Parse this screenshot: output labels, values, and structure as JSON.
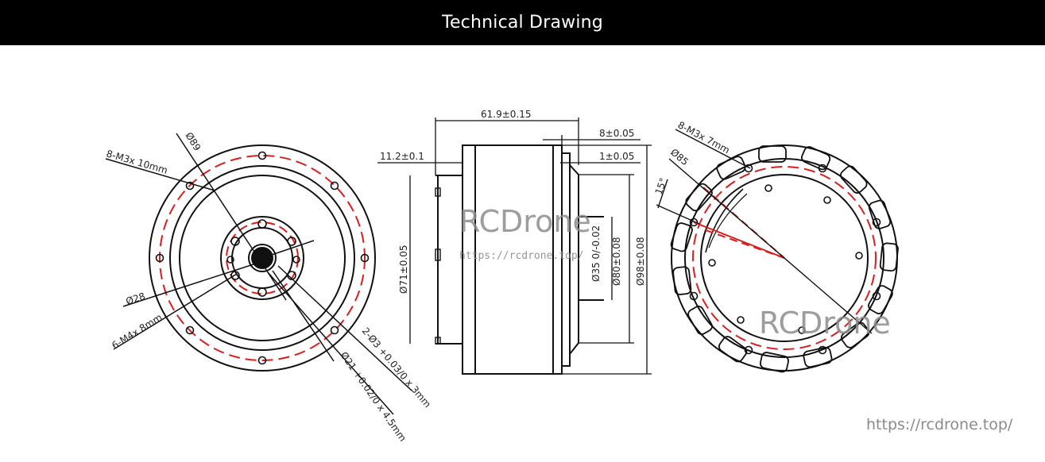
{
  "header": {
    "title": "Technical Drawing"
  },
  "colors": {
    "header_bg": "#000000",
    "line": "#111111",
    "centerline": "#d42020",
    "watermark": "#8c8c8c"
  },
  "front_view": {
    "labels": {
      "outer_bolt": "8-M3x 10mm",
      "pcd_outer": "Ø89",
      "pcd_inner": "Ø28",
      "inner_bolt": "6-M4x 8mm",
      "pin_holes": "2-Ø3 +0.03/0 x 3mm",
      "center_bore": "Ø21 +0.02/0 x 4.5mm"
    }
  },
  "side_view": {
    "labels": {
      "overall_length": "61.9±0.15",
      "shaft_offset": "11.2±0.1",
      "flange_width": "8±0.05",
      "flange_step": "1±0.05",
      "dia_71": "Ø71±0.05",
      "dia_35": "Ø35 0/-0.02",
      "dia_80": "Ø80±0.08",
      "dia_98": "Ø98±0.08"
    }
  },
  "rear_view": {
    "labels": {
      "bolt": "8-M3x 7mm",
      "pcd": "Ø85",
      "angle": "15°"
    }
  },
  "watermarks": {
    "brand": "RCDrone",
    "url": "https://rcdrone.top/",
    "footer_url": "https://rcdrone.top/"
  }
}
